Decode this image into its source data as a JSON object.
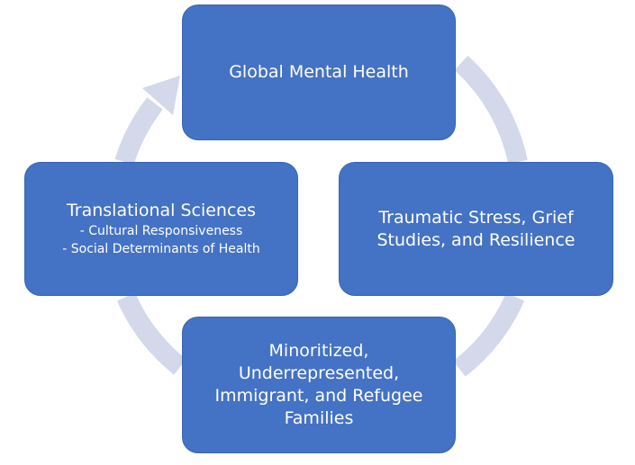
{
  "colors": {
    "node_fill": "#4472c4",
    "node_border": "#3a64b0",
    "ring": "#d3d8ea",
    "text": "#ffffff"
  },
  "nodes": [
    {
      "id": "top",
      "lines": [
        "Global Mental Health"
      ],
      "sub_lines": []
    },
    {
      "id": "right",
      "lines": [
        "Traumatic Stress, Grief",
        "Studies, and Resilience"
      ],
      "sub_lines": []
    },
    {
      "id": "bottom",
      "lines": [
        "Minoritized,",
        "Underrepresented,",
        "Immigrant, and Refugee",
        "Families"
      ],
      "sub_lines": []
    },
    {
      "id": "left",
      "lines": [
        "Translational Sciences"
      ],
      "sub_lines": [
        "- Cultural Responsiveness",
        "- Social Determinants of Health"
      ]
    }
  ]
}
